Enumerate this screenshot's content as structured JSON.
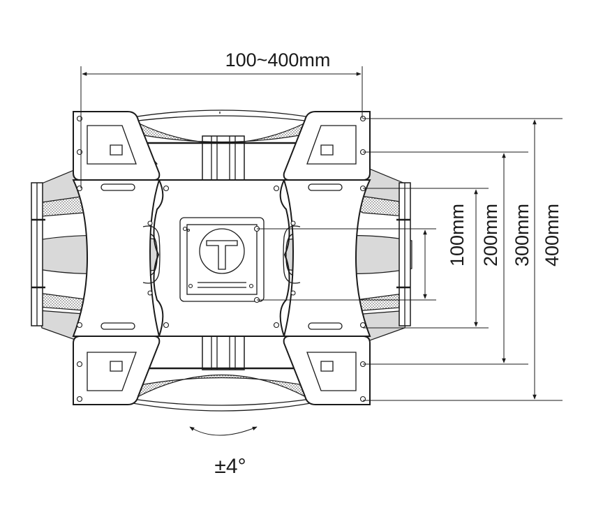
{
  "dimensions": {
    "horizontal_label": "100~400mm",
    "vertical_labels": [
      "100mm",
      "200mm",
      "300mm",
      "400mm"
    ],
    "tilt_label": "±4°"
  }
}
